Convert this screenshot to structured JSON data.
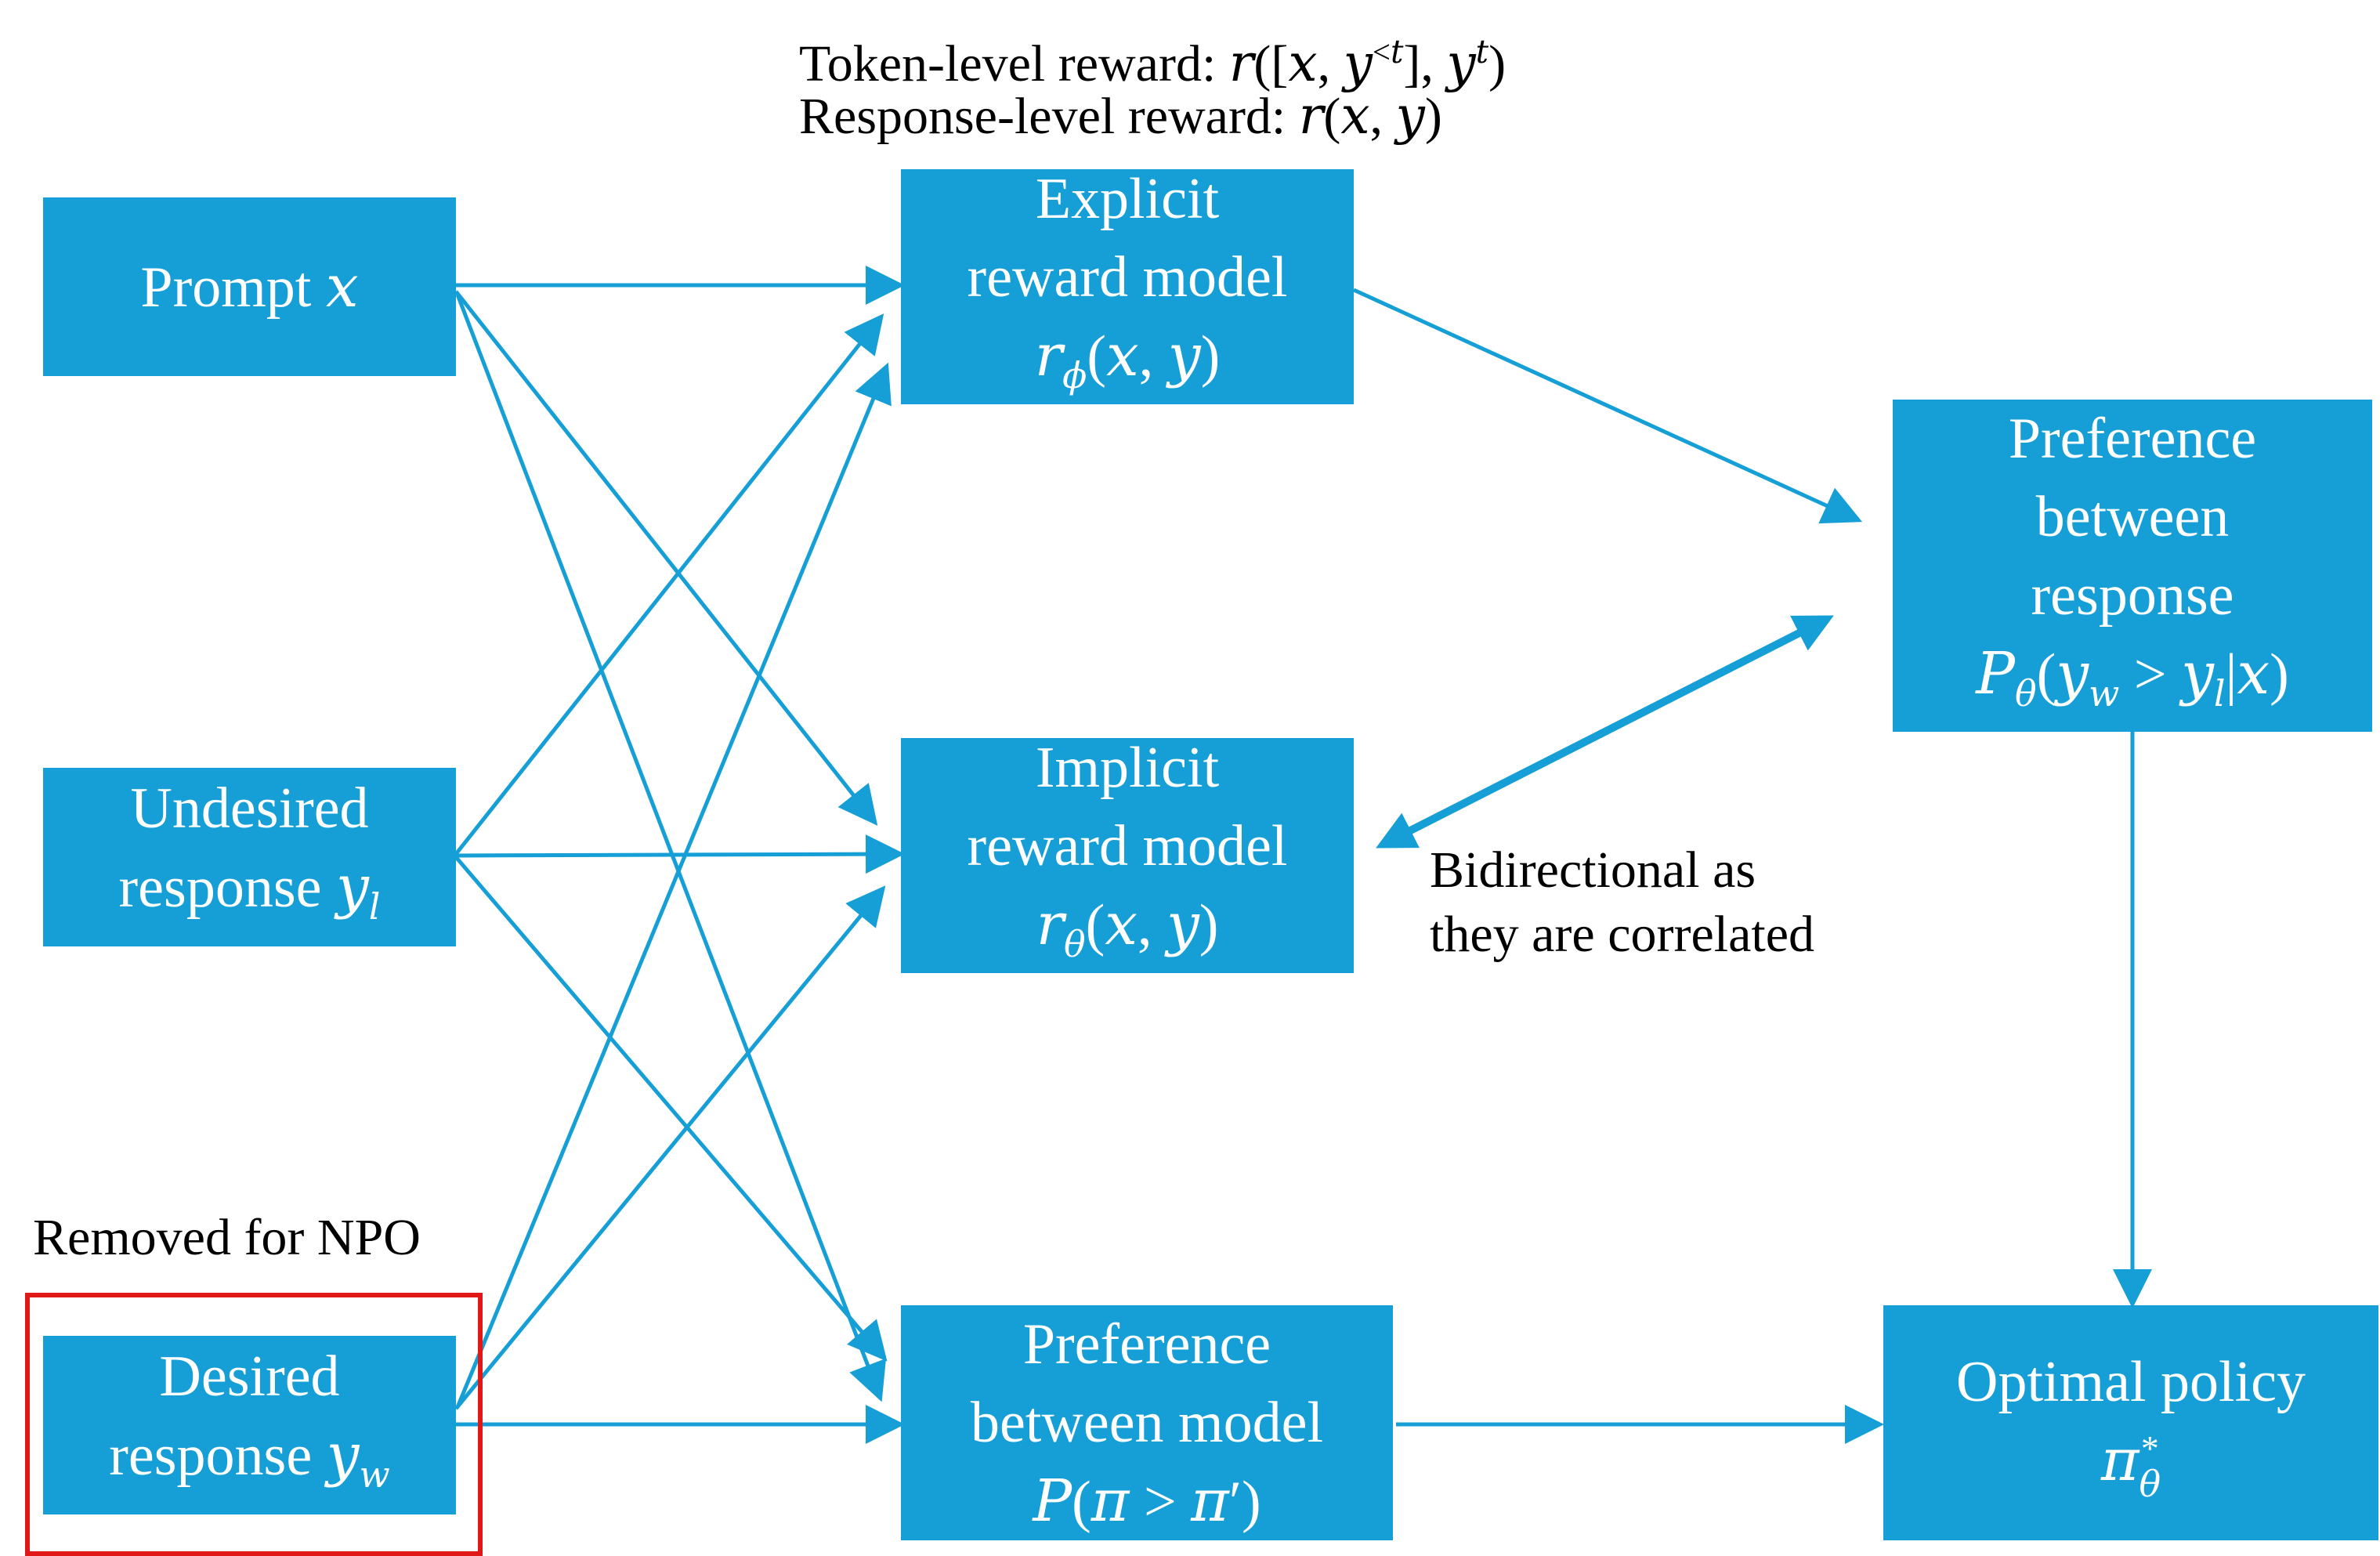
{
  "colors": {
    "box": "#169fd6",
    "box_text": "#ffffff",
    "arrow": "#169fd6",
    "highlight": "#e01818"
  },
  "notes": {
    "token_reward_prefix": "Token-level reward: ",
    "response_reward_prefix": "Response-level reward: ",
    "bidirectional_line1": "Bidirectional as",
    "bidirectional_line2": "they are correlated",
    "removed_label": "Removed for NPO"
  },
  "nodes": {
    "prompt": {
      "text": "Prompt "
    },
    "undesired": {
      "line1": "Undesired",
      "line2_text": "response "
    },
    "desired": {
      "line1": "Desired",
      "line2_text": "response "
    },
    "explicit": {
      "line1": "Explicit",
      "line2": "reward model"
    },
    "implicit": {
      "line1": "Implicit",
      "line2": "reward model"
    },
    "pref_model": {
      "line1": "Preference",
      "line2": "between model"
    },
    "pref_response": {
      "line1": "Preference",
      "line2": "between",
      "line3": "response"
    },
    "optimal": {
      "line1": "Optimal policy"
    }
  },
  "edges": [
    {
      "from": "prompt",
      "to": "explicit"
    },
    {
      "from": "prompt",
      "to": "implicit"
    },
    {
      "from": "prompt",
      "to": "pref_model"
    },
    {
      "from": "undesired",
      "to": "explicit"
    },
    {
      "from": "undesired",
      "to": "implicit"
    },
    {
      "from": "undesired",
      "to": "pref_model"
    },
    {
      "from": "desired",
      "to": "explicit"
    },
    {
      "from": "desired",
      "to": "implicit"
    },
    {
      "from": "desired",
      "to": "pref_model"
    },
    {
      "from": "explicit",
      "to": "pref_response"
    },
    {
      "from": "implicit",
      "to": "pref_response",
      "bidirectional": true
    },
    {
      "from": "pref_response",
      "to": "optimal"
    },
    {
      "from": "pref_model",
      "to": "optimal"
    }
  ]
}
